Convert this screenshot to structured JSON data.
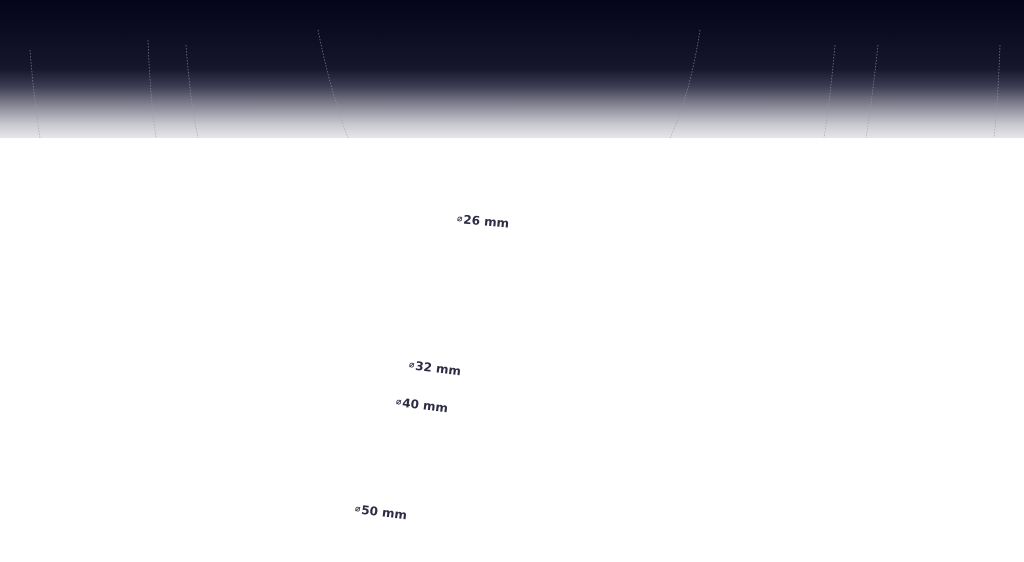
{
  "sizes": {
    "s26": {
      "symbol": "⌀",
      "text": "26 mm"
    },
    "s32": {
      "symbol": "⌀",
      "text": "32 mm"
    },
    "s40": {
      "symbol": "⌀",
      "text": "40 mm"
    },
    "s50": {
      "symbol": "⌀",
      "text": "50 mm"
    }
  },
  "colors": {
    "header_top": "#05051a",
    "label_text": "#2c2c44",
    "background": "#ffffff"
  }
}
